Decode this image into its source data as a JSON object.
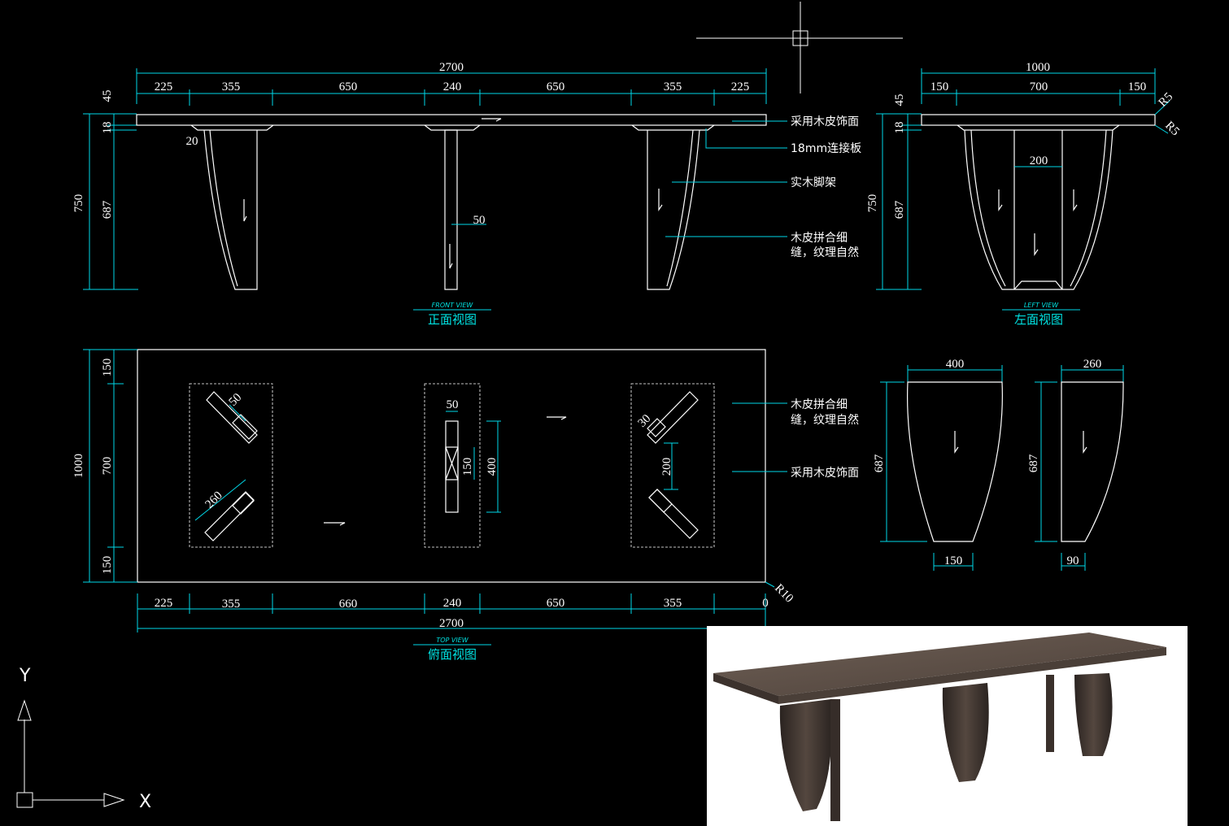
{
  "front_view": {
    "title_en": "FRONT VIEW",
    "title_cn": "正面视图",
    "overall_width": "2700",
    "segments": [
      "225",
      "355",
      "650",
      "240",
      "650",
      "355",
      "225"
    ],
    "vertical": [
      "45",
      "18",
      "750",
      "687"
    ],
    "detail_20": "20",
    "leg_width": "50",
    "notes": [
      "采用木皮饰面",
      "18mm连接板",
      "实木脚架",
      "木皮拼合细",
      "缝，纹理自然"
    ]
  },
  "left_view": {
    "title_en": "LEFT VIEW",
    "title_cn": "左面视图",
    "overall_width": "1000",
    "segments": [
      "150",
      "700",
      "150"
    ],
    "inner": "200",
    "vertical": [
      "45",
      "18",
      "750",
      "687"
    ],
    "r_labels": [
      "R5",
      "R5"
    ]
  },
  "top_view": {
    "title_en": "TOP VIEW",
    "title_cn": "俯面视图",
    "overall_width": "2700",
    "segments": [
      "225",
      "355",
      "660",
      "240",
      "650",
      "355",
      "0"
    ],
    "vertical": [
      "150",
      "700",
      "150",
      "1000"
    ],
    "inner_dims": [
      "50",
      "260",
      "50",
      "150",
      "400",
      "30",
      "200"
    ],
    "corner": "R10",
    "notes": [
      "木皮拼合细",
      "缝，纹理自然",
      "采用木皮饰面"
    ]
  },
  "leg_details": {
    "leg_a": {
      "top": "400",
      "height": "687",
      "bottom": "150"
    },
    "leg_b": {
      "top": "260",
      "height": "687",
      "bottom": "90"
    }
  },
  "ucs": {
    "x_label": "X",
    "y_label": "Y"
  },
  "colors": {
    "background": "#000000",
    "dimension": "#00d8e8",
    "geometry": "#ffffff"
  }
}
